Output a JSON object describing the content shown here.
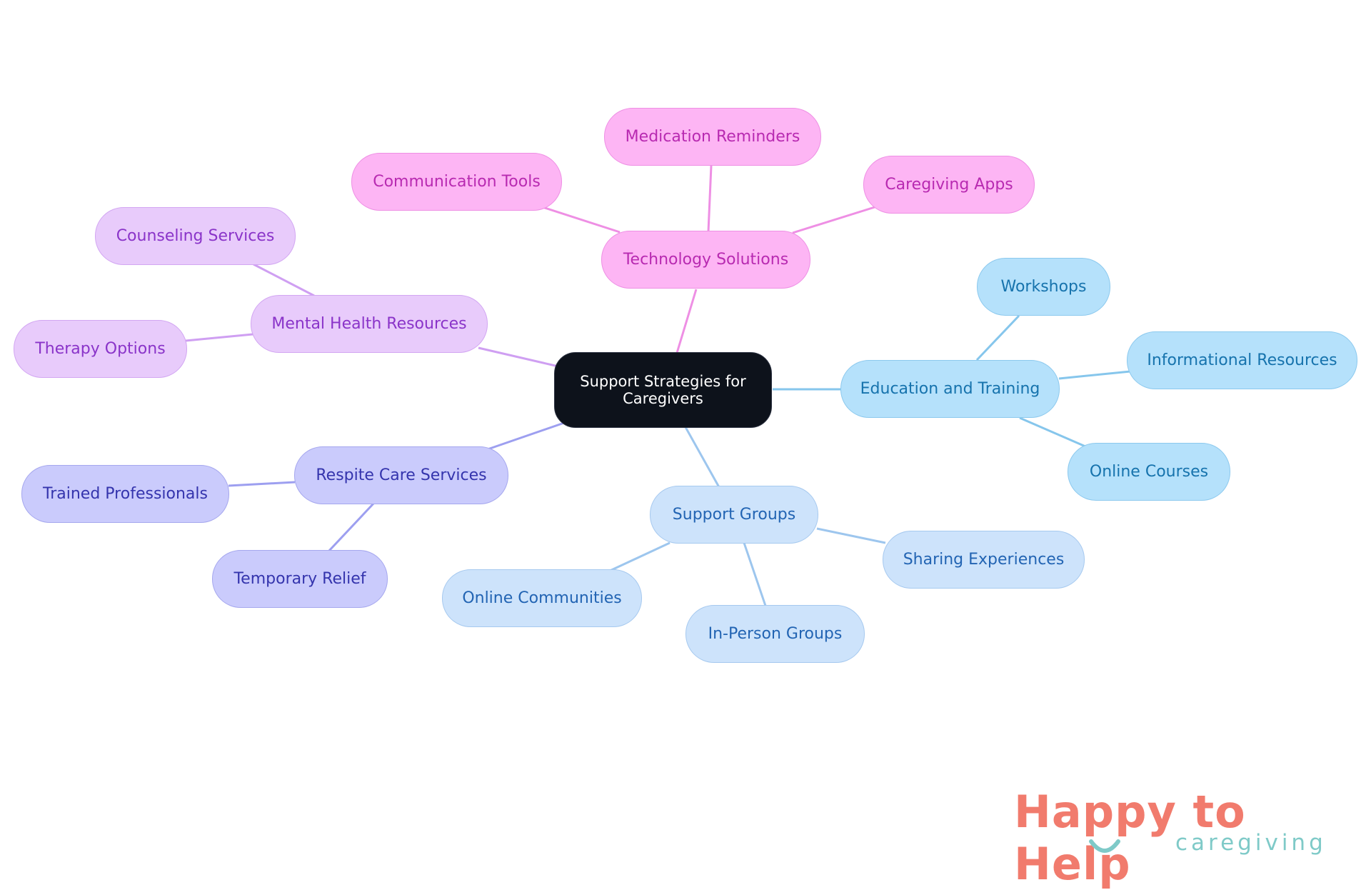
{
  "root": {
    "label": "Support Strategies for Caregivers"
  },
  "branches": {
    "technology": {
      "label": "Technology Solutions",
      "children": [
        "Communication Tools",
        "Medication Reminders",
        "Caregiving Apps"
      ],
      "color": "#fdb5f4"
    },
    "mental_health": {
      "label": "Mental Health Resources",
      "children": [
        "Counseling Services",
        "Therapy Options"
      ],
      "color": "#e8cbfb"
    },
    "respite": {
      "label": "Respite Care Services",
      "children": [
        "Trained Professionals",
        "Temporary Relief"
      ],
      "color": "#cacbfc"
    },
    "education": {
      "label": "Education and Training",
      "children": [
        "Workshops",
        "Informational Resources",
        "Online Courses"
      ],
      "color": "#b5e1fb"
    },
    "support_groups": {
      "label": "Support Groups",
      "children": [
        "Sharing Experiences",
        "In-Person Groups",
        "Online Communities"
      ],
      "color": "#cde3fb"
    }
  },
  "logo": {
    "line1": "Happy to Help",
    "line2": "caregiving"
  }
}
